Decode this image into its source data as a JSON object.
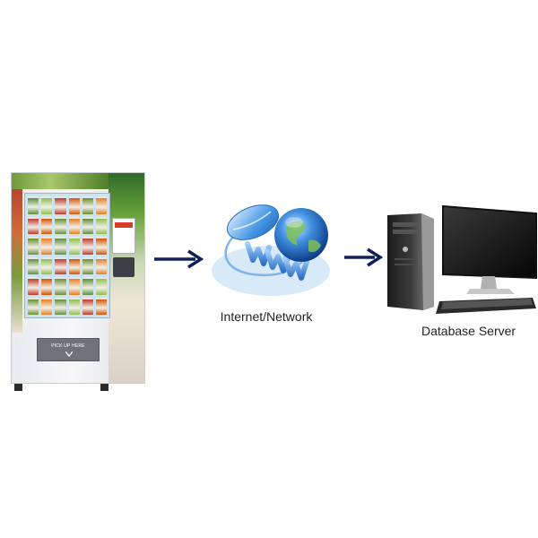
{
  "vending_machine": {
    "pickup_label": "PICK UP HERE",
    "jar_colors": [
      "#5e8f3a",
      "#8fbf4d",
      "#c0392b",
      "#d35400",
      "#6a8f2f",
      "#e67e22"
    ]
  },
  "internet": {
    "label": "Internet/Network"
  },
  "server": {
    "label": "Database Server"
  },
  "colors": {
    "arrow": "#12205a",
    "globe": "#2f79c9",
    "mouse": "#3d8fe0",
    "monitor": "#1a1a1a"
  },
  "icons": [
    "vending-machine-icon",
    "arrow-right-icon",
    "mouse-icon",
    "globe-icon",
    "www-icon",
    "computer-tower-icon",
    "monitor-icon",
    "keyboard-icon"
  ]
}
